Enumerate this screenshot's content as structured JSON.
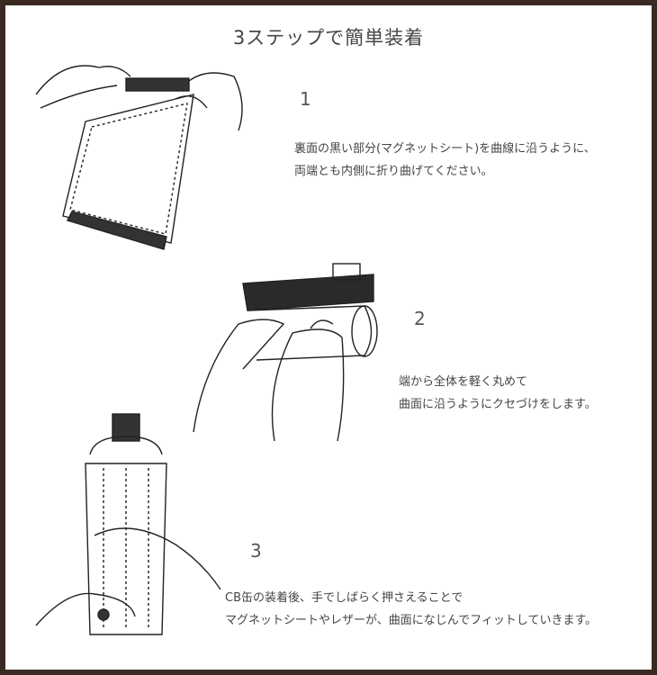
{
  "title": "3ステップで簡単装着",
  "steps": [
    {
      "number": "1",
      "lines": [
        "裏面の黒い部分(マグネットシート)を曲線に沿うように、",
        "両端とも内側に折り曲げてください。"
      ]
    },
    {
      "number": "2",
      "lines": [
        "端から全体を軽く丸めて",
        "曲面に沿うようにクセづけをします。"
      ]
    },
    {
      "number": "3",
      "lines": [
        "CB缶の装着後、手でしばらく押さえることで",
        "マグネットシートやレザーが、曲面になじんでフィットしていきます。"
      ]
    }
  ]
}
